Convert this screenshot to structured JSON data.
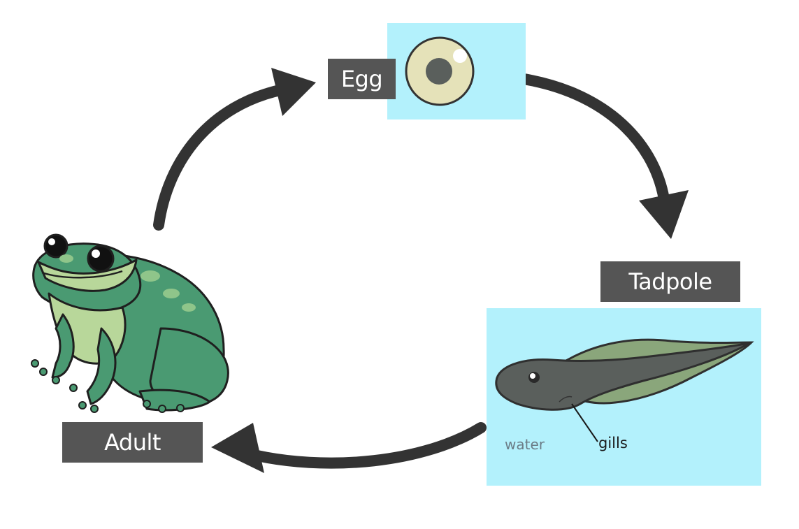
{
  "diagram": {
    "stages": {
      "egg": {
        "label": "Egg"
      },
      "tadpole": {
        "label": "Tadpole",
        "annotations": {
          "water": "water",
          "gills": "gills"
        }
      },
      "adult": {
        "label": "Adult"
      }
    },
    "colors": {
      "panel_background": "#b3f1fc",
      "label_background": "#555555",
      "arrow": "#333333",
      "frog_green": "#4a9a72",
      "frog_belly": "#b8d79a",
      "egg_yolk": "#e5e2b9",
      "tadpole_body": "#5a5f5c",
      "tadpole_fin": "#8aa67b"
    },
    "icons": [
      "egg-icon",
      "tadpole-icon",
      "frog-icon"
    ]
  }
}
